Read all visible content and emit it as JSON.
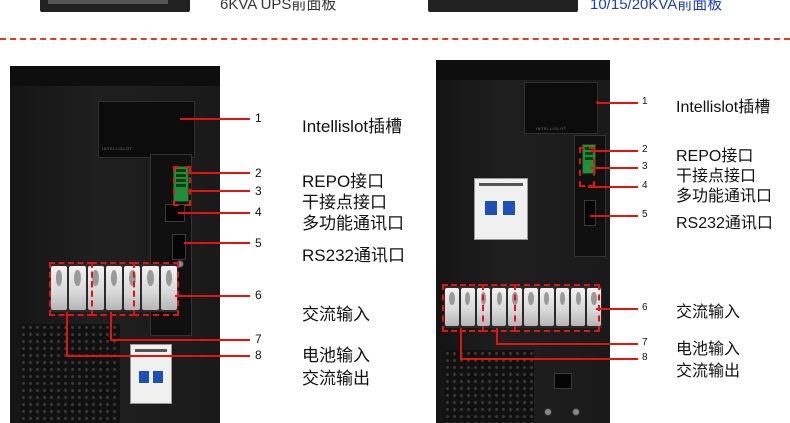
{
  "top": {
    "left_caption": "6KVA UPS前面板",
    "right_caption": "10/15/20KVA前面板"
  },
  "left_unit": {
    "slot_print": "INTELLISLOT",
    "callouts": [
      {
        "num": "1",
        "text": "Intellislot插槽"
      },
      {
        "num": "2",
        "text": "REPO接口"
      },
      {
        "num": "3",
        "text": "干接点接口"
      },
      {
        "num": "4",
        "text": "多功能通讯口"
      },
      {
        "num": "5",
        "text": "RS232通讯口"
      },
      {
        "num": "6",
        "text": "交流输入"
      },
      {
        "num": "7",
        "text": "电池输入"
      },
      {
        "num": "8",
        "text": "交流输出"
      }
    ]
  },
  "right_unit": {
    "slot_print": "INTELLISLOT",
    "callouts": [
      {
        "num": "1",
        "text": "Intellislot插槽"
      },
      {
        "num": "2",
        "text": "REPO接口"
      },
      {
        "num": "3",
        "text": "干接点接口"
      },
      {
        "num": "4",
        "text": "多功能通讯口"
      },
      {
        "num": "5",
        "text": "RS232通讯口"
      },
      {
        "num": "6",
        "text": "交流输入"
      },
      {
        "num": "7",
        "text": "电池输入"
      },
      {
        "num": "8",
        "text": "交流输出"
      }
    ]
  },
  "colors": {
    "callout_red": "#e3140f",
    "divider": "#e23b1e",
    "right_caption": "#1a3cc8"
  }
}
